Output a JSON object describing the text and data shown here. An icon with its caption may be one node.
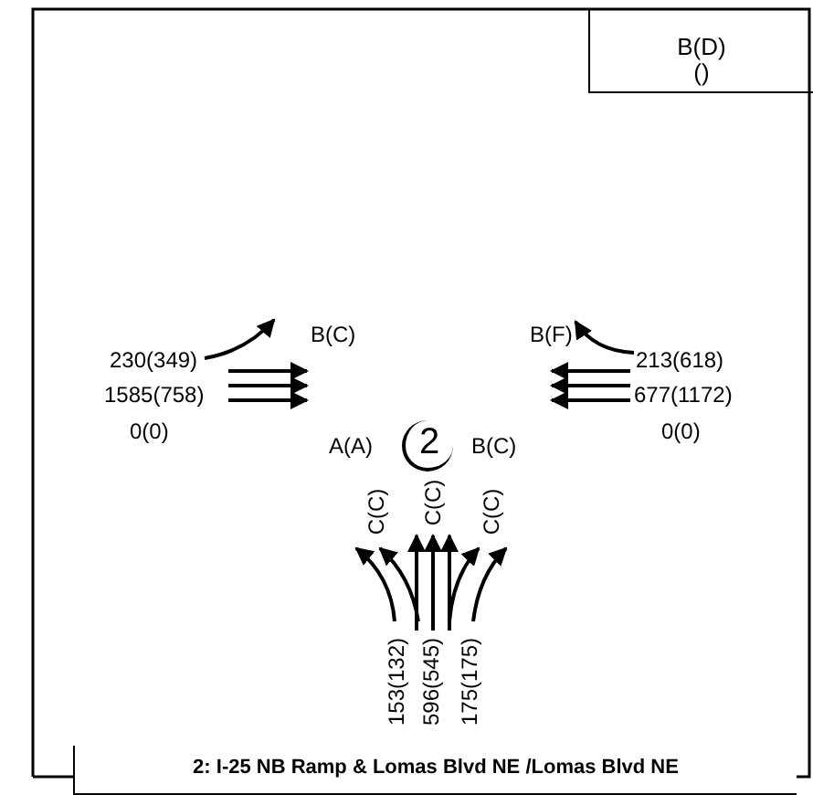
{
  "diagram": {
    "nodes": [
      {
        "text": [
          "B(D)",
          "()"
        ]
      },
      {
        "text": [
          "2"
        ]
      },
      {
        "text": [
          "2: I-25 NB Ramp & Lomas Blvd NE /Lomas Blvd NE"
        ]
      }
    ],
    "labels": [
      "B(C)",
      "B(F)",
      "230(349)",
      "213(618)",
      "1585(758)",
      "A(A)",
      "B(C)",
      "677(1172)",
      "0(0)",
      "0(0)",
      "C(C)",
      "C(C)",
      "C(C)",
      "153(132)",
      "596(545)",
      "175(175)"
    ]
  }
}
